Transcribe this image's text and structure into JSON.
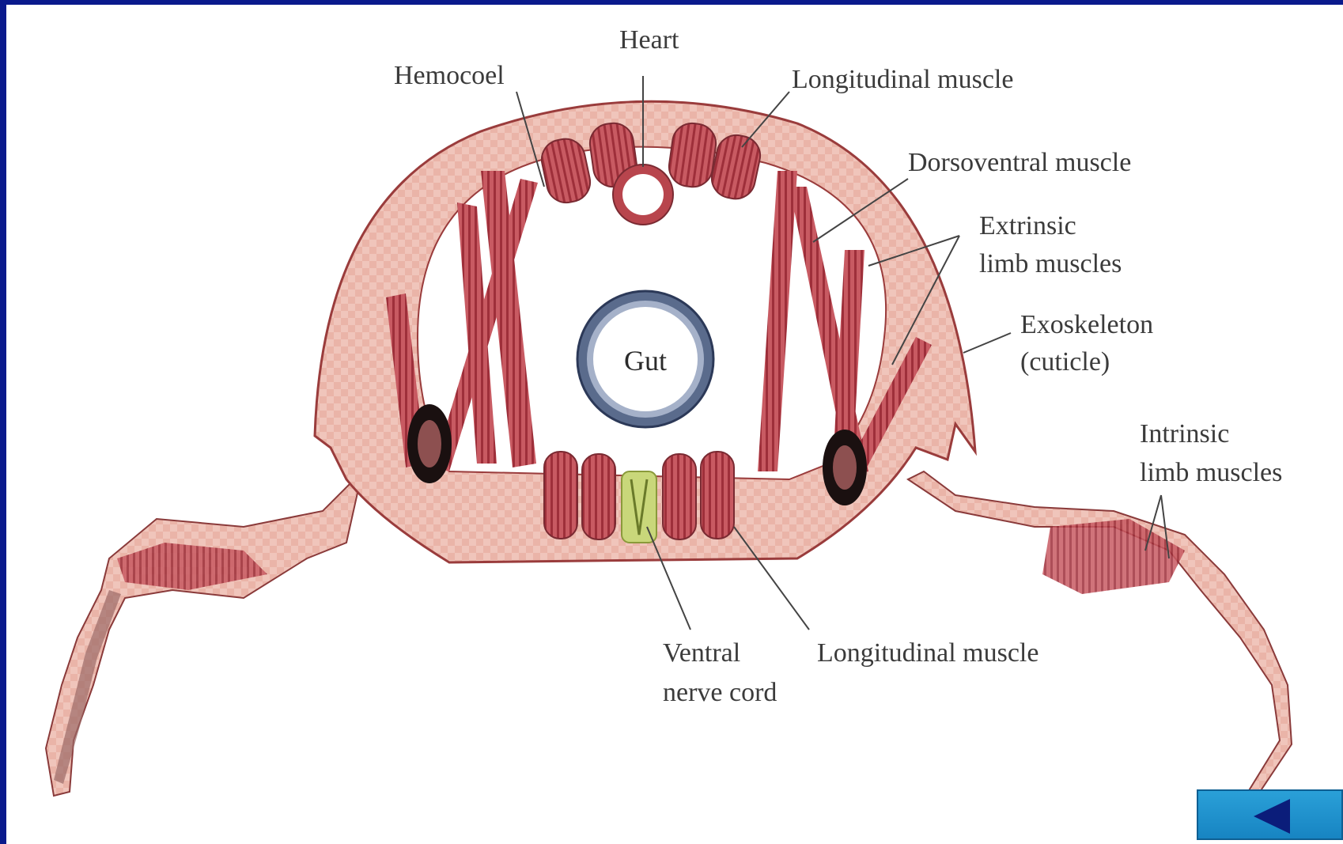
{
  "diagram": {
    "labels": {
      "heart": "Heart",
      "hemocoel": "Hemocoel",
      "longitudinal_muscle_top": "Longitudinal muscle",
      "dorsoventral_muscle": "Dorsoventral muscle",
      "extrinsic_line1": "Extrinsic",
      "extrinsic_line2": "limb muscles",
      "exoskeleton_line1": "Exoskeleton",
      "exoskeleton_line2": "(cuticle)",
      "intrinsic_line1": "Intrinsic",
      "intrinsic_line2": "limb muscles",
      "gut": "Gut",
      "ventral_line1": "Ventral",
      "ventral_line2": "nerve cord",
      "longitudinal_muscle_bottom": "Longitudinal muscle"
    },
    "colors": {
      "background_frame": "#0a1a8c",
      "cuticle": "#e9b3a6",
      "muscle": "#b8454d",
      "gut_ring": "#5a6b8c",
      "nerve_cord": "#c9d77a"
    }
  },
  "navigation": {
    "back_icon": "left-triangle-icon"
  }
}
